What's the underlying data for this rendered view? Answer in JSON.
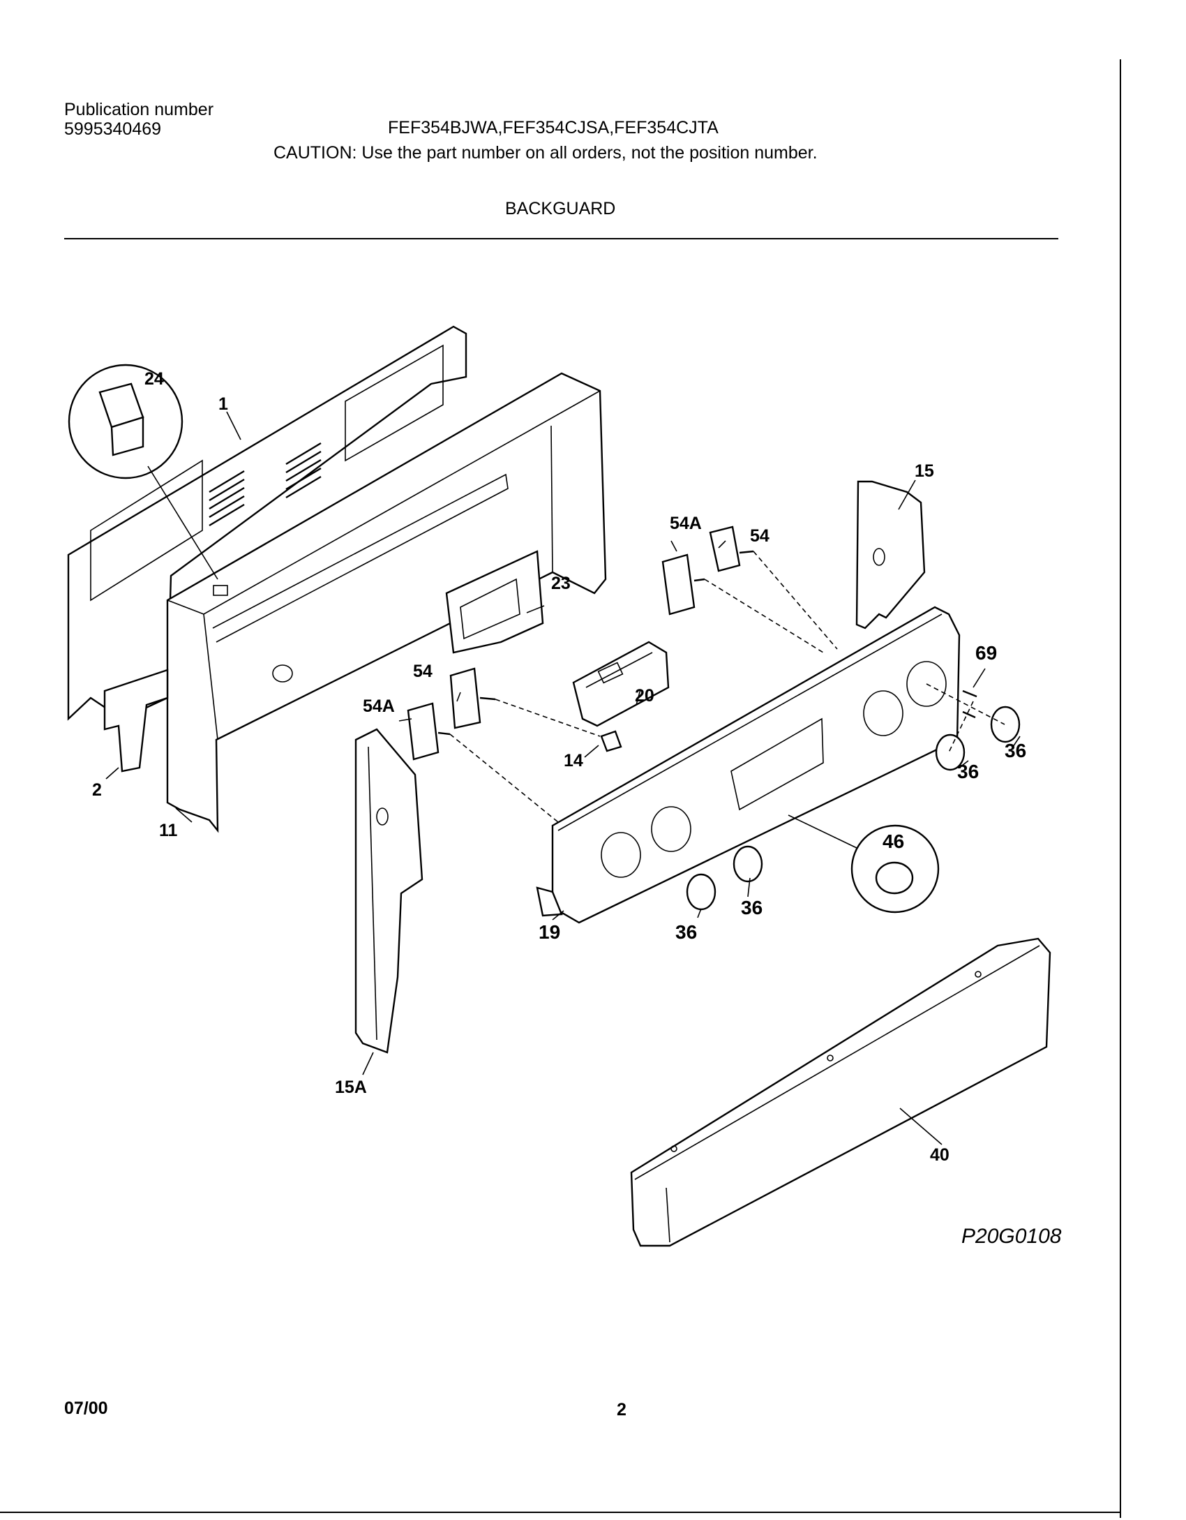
{
  "header": {
    "publication_label": "Publication number",
    "publication_number": "5995340469",
    "models": "FEF354BJWA,FEF354CJSA,FEF354CJTA",
    "caution": "CAUTION:  Use the part number on all orders, not the position number.",
    "section_title": "BACKGUARD"
  },
  "callouts": {
    "c24": "24",
    "c1": "1",
    "c2": "2",
    "c11": "11",
    "c15": "15",
    "c15a": "15A",
    "c23": "23",
    "c54_top": "54",
    "c54a_top": "54A",
    "c54_left": "54",
    "c54a_left": "54A",
    "c20": "20",
    "c14": "14",
    "c69": "69",
    "c36_a": "36",
    "c36_b": "36",
    "c36_c": "36",
    "c36_d": "36",
    "c46": "46",
    "c19": "19",
    "c40": "40"
  },
  "diagram_number": "P20G0108",
  "footer": {
    "date": "07/00",
    "page": "2"
  }
}
